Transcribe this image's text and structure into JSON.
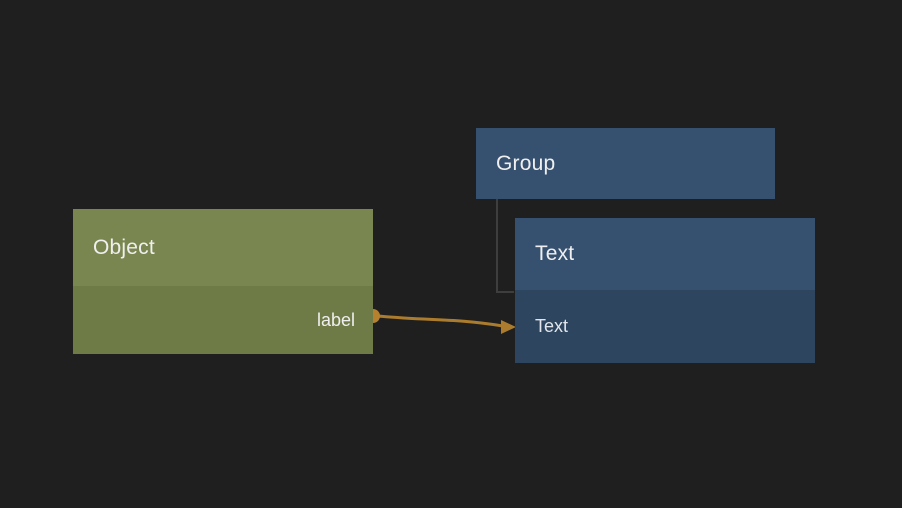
{
  "canvas": {
    "background_color": "#1f1f1f"
  },
  "nodes": {
    "object": {
      "title": "Object",
      "header_color": "#7a8650",
      "body_color": "#6f7b47",
      "port": {
        "label": "label"
      }
    },
    "group": {
      "title": "Group",
      "color": "#36506f"
    },
    "text": {
      "title": "Text",
      "row_label": "Text",
      "header_color": "#36506f",
      "row_color": "#2e4560"
    }
  },
  "edges": {
    "connection_color": "#ab7c2d",
    "port_dot_color": "#b5812f",
    "hierarchy_line_color": "#3e3e3e"
  }
}
